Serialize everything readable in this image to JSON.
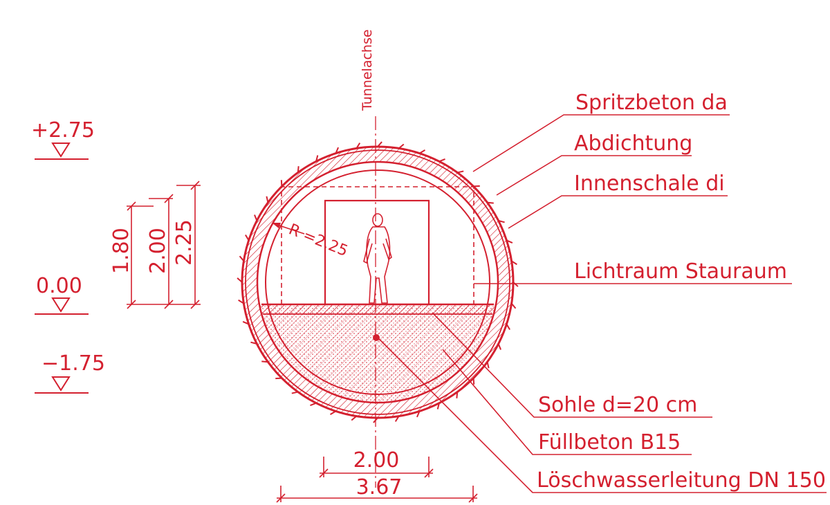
{
  "colors": {
    "line": "#d4202f",
    "background": "#ffffff"
  },
  "axis_label": "Tunnelachse",
  "levels": [
    {
      "id": "top",
      "label": "+2.75"
    },
    {
      "id": "zero",
      "label": "0.00"
    },
    {
      "id": "bottom",
      "label": "−1.75"
    }
  ],
  "vertical_dimensions": [
    {
      "id": "d180",
      "label": "1.80"
    },
    {
      "id": "d200",
      "label": "2.00"
    },
    {
      "id": "d225",
      "label": "2.25"
    }
  ],
  "radius_label": "R =2.25",
  "horizontal_dimensions": [
    {
      "id": "w200",
      "label": "2.00"
    },
    {
      "id": "w367",
      "label": "3.67"
    }
  ],
  "callouts": [
    {
      "id": "spritzbeton",
      "label": "Spritzbeton da"
    },
    {
      "id": "abdichtung",
      "label": "Abdichtung"
    },
    {
      "id": "innenschale",
      "label": "Innenschale di"
    },
    {
      "id": "lichtraum",
      "label": "Lichtraum Stauraum"
    },
    {
      "id": "sohle",
      "label": "Sohle d=20 cm"
    },
    {
      "id": "fuellbeton",
      "label": "Füllbeton B15"
    },
    {
      "id": "loeschwasser",
      "label": "Löschwasserleitung DN 150"
    }
  ]
}
